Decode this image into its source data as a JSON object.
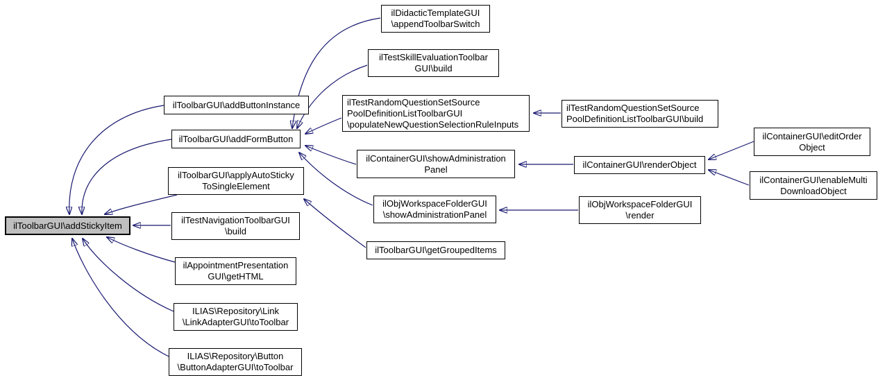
{
  "diagram_type": "doxygen-caller-graph",
  "focus": "ilToolbarGUI\\addStickyItem",
  "colors": {
    "edge": "#191970",
    "node_border": "#000000",
    "node_fill": "#ffffff",
    "focus_fill": "#bfbfbf",
    "text": "#000000",
    "background": "#ffffff"
  },
  "nodes": {
    "addStickyItem": {
      "label": "ilToolbarGUI\\addStickyItem",
      "highlighted": true
    },
    "addButtonInstance": {
      "label": "ilToolbarGUI\\addButtonInstance"
    },
    "addFormButton": {
      "label": "ilToolbarGUI\\addFormButton"
    },
    "applyAutoSticky": {
      "label": "ilToolbarGUI\\applyAutoSticky\nToSingleElement"
    },
    "testNavBuild": {
      "label": "ilTestNavigationToolbarGUI\n\\build"
    },
    "appointment": {
      "label": "ilAppointmentPresentation\nGUI\\getHTML"
    },
    "linkAdapter": {
      "label": "ILIAS\\Repository\\Link\n\\LinkAdapterGUI\\toToolbar"
    },
    "buttonAdapter": {
      "label": "ILIAS\\Repository\\Button\n\\ButtonAdapterGUI\\toToolbar"
    },
    "didacticTemplate": {
      "label": "ilDidacticTemplateGUI\n\\appendToolbarSwitch"
    },
    "testSkillEval": {
      "label": "ilTestSkillEvaluationToolbar\nGUI\\build"
    },
    "populateInputs": {
      "label": "ilTestRandomQuestionSetSource\nPoolDefinitionListToolbarGUI\n\\populateNewQuestionSelectionRuleInputs"
    },
    "randomSetBuild": {
      "label": "ilTestRandomQuestionSetSource\nPoolDefinitionListToolbarGUI\\build"
    },
    "containerShowAdmin": {
      "label": "ilContainerGUI\\showAdministration\nPanel"
    },
    "renderObject": {
      "label": "ilContainerGUI\\renderObject"
    },
    "editOrder": {
      "label": "ilContainerGUI\\editOrder\nObject"
    },
    "enableMulti": {
      "label": "ilContainerGUI\\enableMulti\nDownloadObject"
    },
    "objWsShowAdmin": {
      "label": "ilObjWorkspaceFolderGUI\n\\showAdministrationPanel"
    },
    "objWsRender": {
      "label": "ilObjWorkspaceFolderGUI\n\\render"
    },
    "getGroupedItems": {
      "label": "ilToolbarGUI\\getGroupedItems"
    }
  },
  "edges": [
    {
      "from": "addButtonInstance",
      "to": "addStickyItem"
    },
    {
      "from": "addFormButton",
      "to": "addStickyItem"
    },
    {
      "from": "applyAutoSticky",
      "to": "addStickyItem"
    },
    {
      "from": "testNavBuild",
      "to": "addStickyItem"
    },
    {
      "from": "appointment",
      "to": "addStickyItem"
    },
    {
      "from": "linkAdapter",
      "to": "addStickyItem"
    },
    {
      "from": "buttonAdapter",
      "to": "addStickyItem"
    },
    {
      "from": "didacticTemplate",
      "to": "addFormButton"
    },
    {
      "from": "testSkillEval",
      "to": "addFormButton"
    },
    {
      "from": "populateInputs",
      "to": "addFormButton"
    },
    {
      "from": "containerShowAdmin",
      "to": "addFormButton"
    },
    {
      "from": "objWsShowAdmin",
      "to": "addFormButton"
    },
    {
      "from": "getGroupedItems",
      "to": "applyAutoSticky"
    },
    {
      "from": "randomSetBuild",
      "to": "populateInputs"
    },
    {
      "from": "renderObject",
      "to": "containerShowAdmin"
    },
    {
      "from": "editOrder",
      "to": "renderObject"
    },
    {
      "from": "enableMulti",
      "to": "renderObject"
    },
    {
      "from": "objWsRender",
      "to": "objWsShowAdmin"
    }
  ]
}
